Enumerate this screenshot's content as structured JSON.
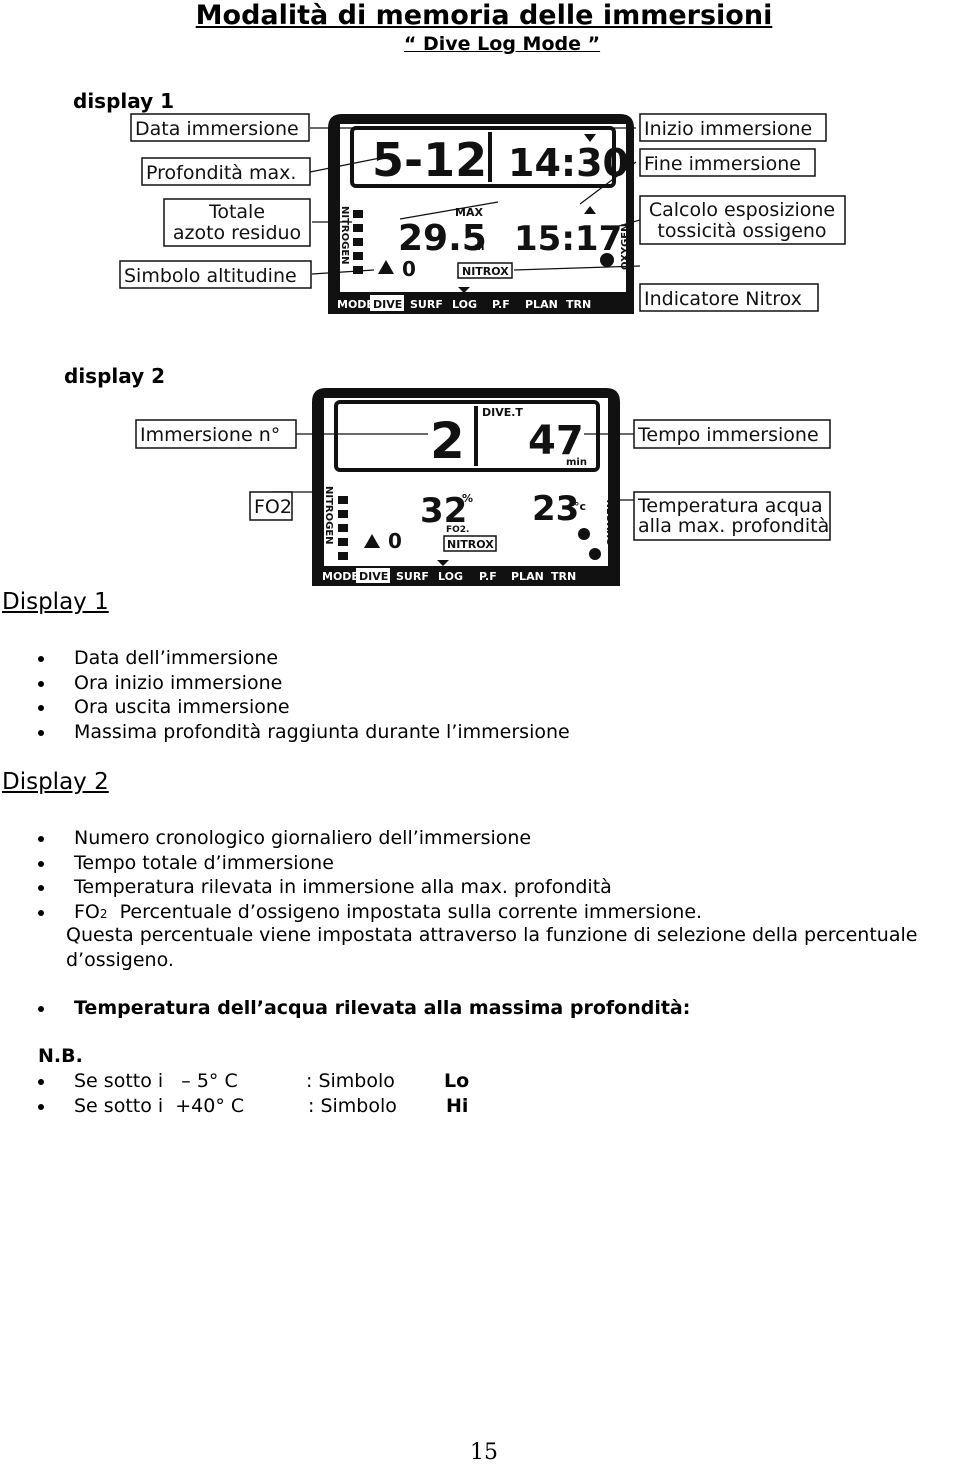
{
  "header": {
    "title": "Modalità di memoria delle immersioni",
    "subtitle": "“ Dive Log Mode ”"
  },
  "display1": {
    "label": "display 1",
    "callouts": {
      "data_immersione": "Data immersione",
      "profondita_max": "Profondità max.",
      "totale_line1": "Totale",
      "totale_line2": "azoto residuo",
      "simbolo_altitudine": "Simbolo altitudine",
      "inizio_immersione": "Inizio immersione",
      "fine_immersione": "Fine immersione",
      "calcolo_line1": "Calcolo esposizione",
      "calcolo_line2": "tossicità ossigeno",
      "indicatore_nitrox": "Indicatore Nitrox"
    },
    "lcd": {
      "date": "5-12",
      "time_start": "14:30",
      "max_label": "MAX",
      "depth": "29.5",
      "depth_unit": "m",
      "time_end": "15:17",
      "alt_value": "0",
      "nitrox": "NITROX",
      "side_left": "NITROGEN",
      "side_right": "OXYGEN",
      "mode_bar": {
        "mode": "MODE",
        "dive": "DIVE",
        "surf": "SURF",
        "log": "LOG",
        "pf": "P.F",
        "plan": "PLAN",
        "trn": "TRN"
      }
    }
  },
  "display2": {
    "label": "display 2",
    "callouts": {
      "immersione_n": "Immersione n°",
      "tempo_immersione": "Tempo immersione",
      "fo2": "FO2",
      "temp_line1": "Temperatura acqua",
      "temp_line2": "alla max. profondità"
    },
    "lcd": {
      "dive_number": "2",
      "divet_label": "DIVE.T",
      "dive_time": "47",
      "min_unit": "min",
      "o2_percent": "32",
      "percent_sign": "%",
      "fo2_small": "FO2.",
      "temperature": "23",
      "deg_c": "°c",
      "alt_value": "0",
      "nitrox": "NITROX",
      "side_left": "NITROGEN",
      "side_right": "OXYGEN"
    }
  },
  "sections": {
    "display1_heading": "Display 1",
    "display1_items": [
      "Data dell’immersione",
      "Ora inizio immersione",
      "Ora uscita immersione",
      "Massima profondità raggiunta durante l’immersione"
    ],
    "display2_heading": "Display 2",
    "display2_items": [
      "Numero cronologico giornaliero dell’immersione",
      "Tempo totale d’immersione",
      "Temperatura rilevata in immersione alla max. profondità"
    ],
    "fo2_item_prefix": "FO",
    "fo2_item_sub": "2",
    "fo2_item_text": "Percentuale d’ossigeno impostata sulla corrente immersione.",
    "para_line1": "Questa percentuale viene impostata attraverso la funzione di selezione della percentuale",
    "para_line2": "d’ossigeno.",
    "bold_item": "Temperatura dell’acqua rilevata alla massima profondità:",
    "nb_label": "N.B.",
    "nb_items": [
      {
        "cond": "Se sotto i   – 5° C",
        "sep": ": Simbolo",
        "sym": "Lo"
      },
      {
        "cond": "Se sotto i  +40° C",
        "sep": ": Simbolo",
        "sym": "Hi"
      }
    ]
  },
  "footer": {
    "page_number": "15"
  }
}
